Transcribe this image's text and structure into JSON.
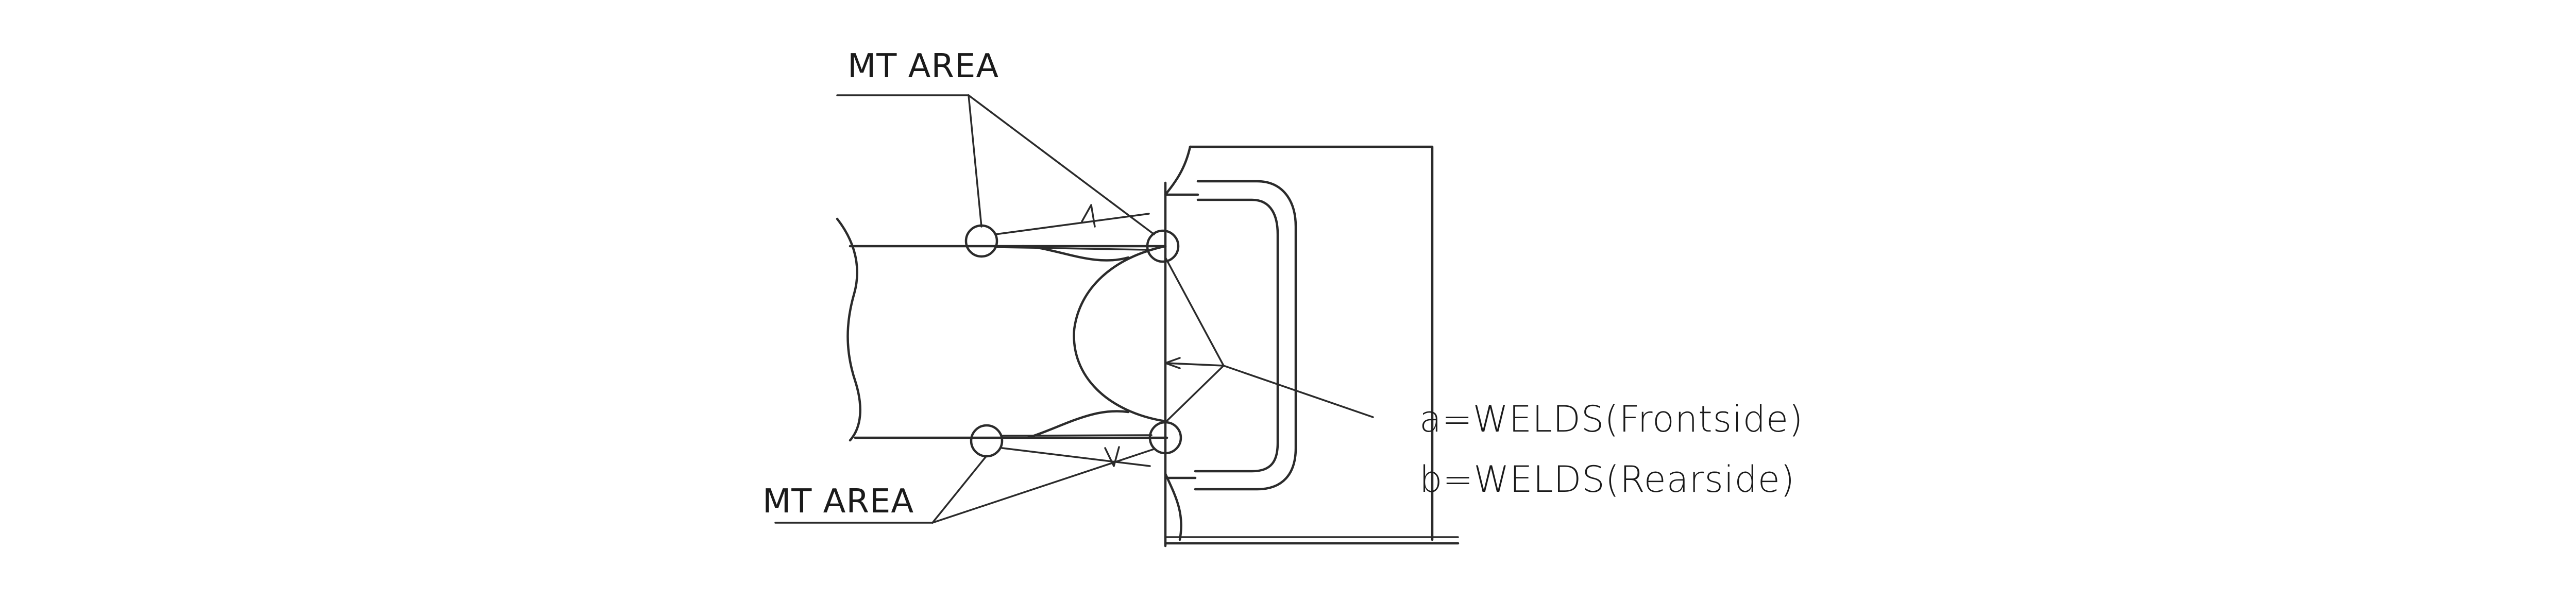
{
  "labels": {
    "mt_area_top": "MT AREA",
    "mt_area_bottom": "MT AREA",
    "welds_front": "a=WELDS(Frontside)",
    "welds_rear": "b=WELDS(Rearside)"
  },
  "colors": {
    "line": "#2b2b2b",
    "text": "#1a1a1a",
    "background": "#ffffff"
  }
}
